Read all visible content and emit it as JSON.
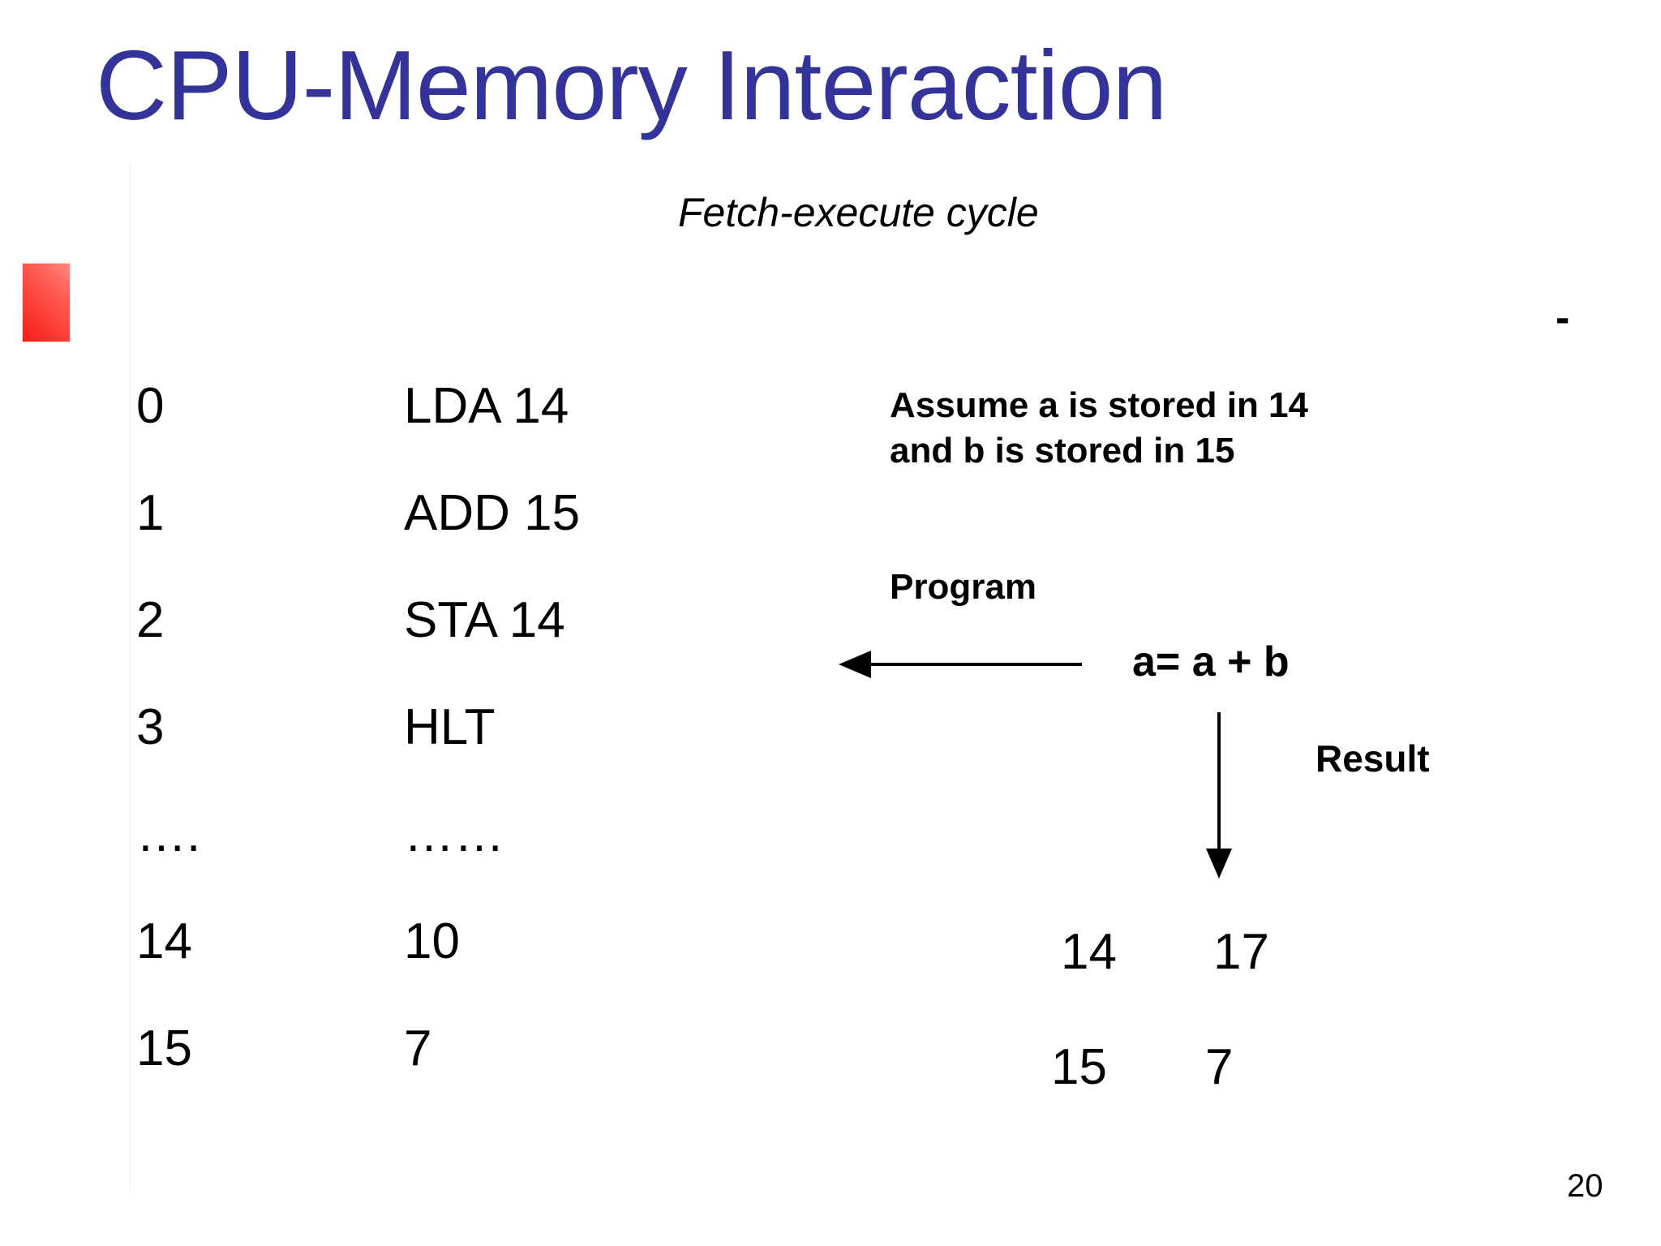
{
  "slide": {
    "title": "CPU-Memory Interaction",
    "title_color": "#333399",
    "subtitle": "Fetch-execute cycle",
    "stray_dash": "-",
    "page_number": "20",
    "background_color": "#FFFFFF",
    "text_color": "#000000",
    "accent_block_color": "#FF3B33"
  },
  "memory_listing": {
    "rows": [
      {
        "address": "0",
        "value": "LDA 14"
      },
      {
        "address": "1",
        "value": "ADD 15"
      },
      {
        "address": "2",
        "value": "STA 14"
      },
      {
        "address": "3",
        "value": "HLT"
      },
      {
        "address": "….",
        "value": "……"
      },
      {
        "address": "14",
        "value": "10"
      },
      {
        "address": "15",
        "value": "7"
      }
    ]
  },
  "annotations": {
    "assume_note": "Assume a is stored in 14\nand b  is stored in 15",
    "program_label": "Program",
    "expression": "a= a + b",
    "result_label": "Result",
    "arrow_left": "left-arrow",
    "arrow_down": "down-arrow"
  },
  "result_cells": {
    "rows": [
      {
        "address": "14",
        "value": "17"
      },
      {
        "address": "15",
        "value": "7"
      }
    ]
  }
}
